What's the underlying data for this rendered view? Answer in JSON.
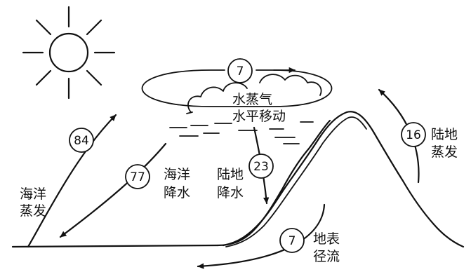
{
  "diagram": {
    "flows": {
      "horizontal_transport": "7",
      "ocean_evaporation": "84",
      "ocean_precipitation": "77",
      "land_precipitation": "23",
      "land_evaporation": "16",
      "surface_runoff": "7"
    },
    "labels": {
      "vapor_line1": "水蒸气",
      "vapor_line2": "水平移动",
      "ocean_evap_line1": "海洋",
      "ocean_evap_line2": "蒸发",
      "ocean_precip_line1": "海洋",
      "ocean_precip_line2": "降水",
      "land_precip_line1": "陆地",
      "land_precip_line2": "降水",
      "land_evap_line1": "陆地",
      "land_evap_line2": "蒸发",
      "runoff_line1": "地表",
      "runoff_line2": "径流"
    }
  }
}
